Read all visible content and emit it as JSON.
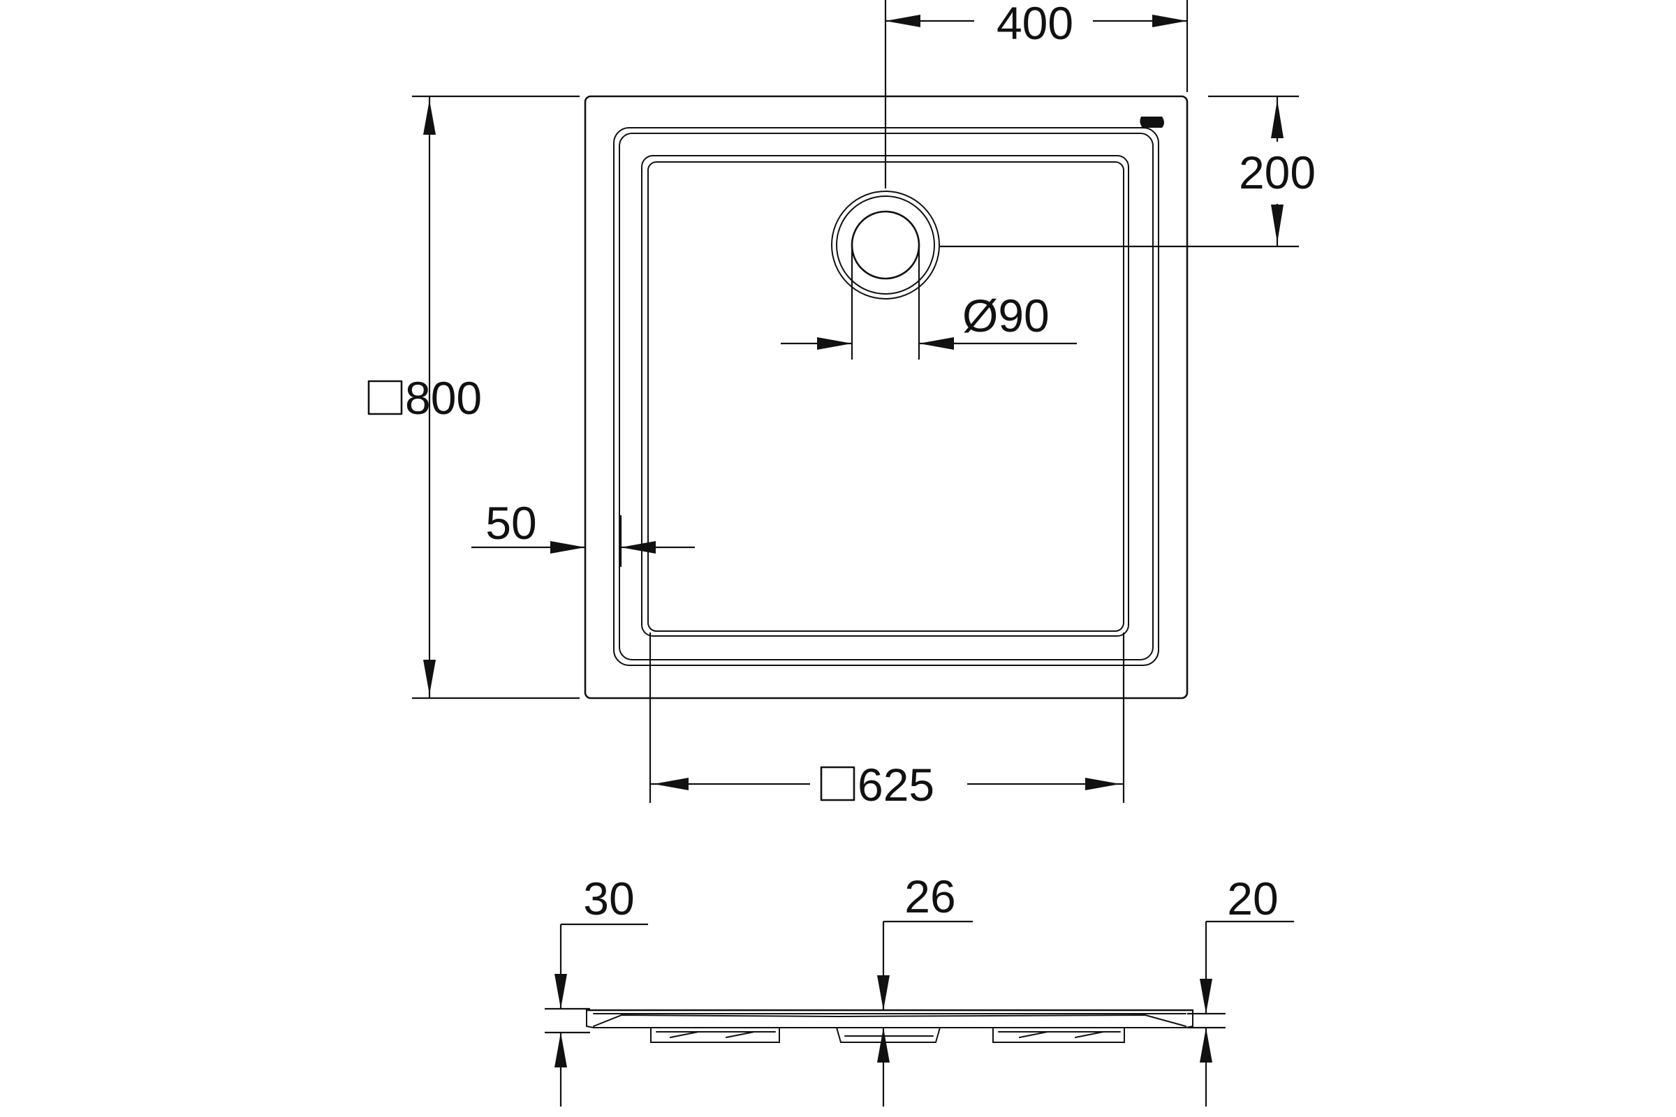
{
  "dimensions": {
    "drain_offset_x": "400",
    "drain_offset_y": "200",
    "drain_diameter": "Ø90",
    "outer_size": "800",
    "inner_size": "625",
    "rim_width": "50",
    "front_height": "30",
    "center_height": "26",
    "back_height": "20"
  },
  "symbols": {
    "square_section": "square-section-symbol"
  },
  "colors": {
    "line": "#111111",
    "background": "#ffffff"
  }
}
